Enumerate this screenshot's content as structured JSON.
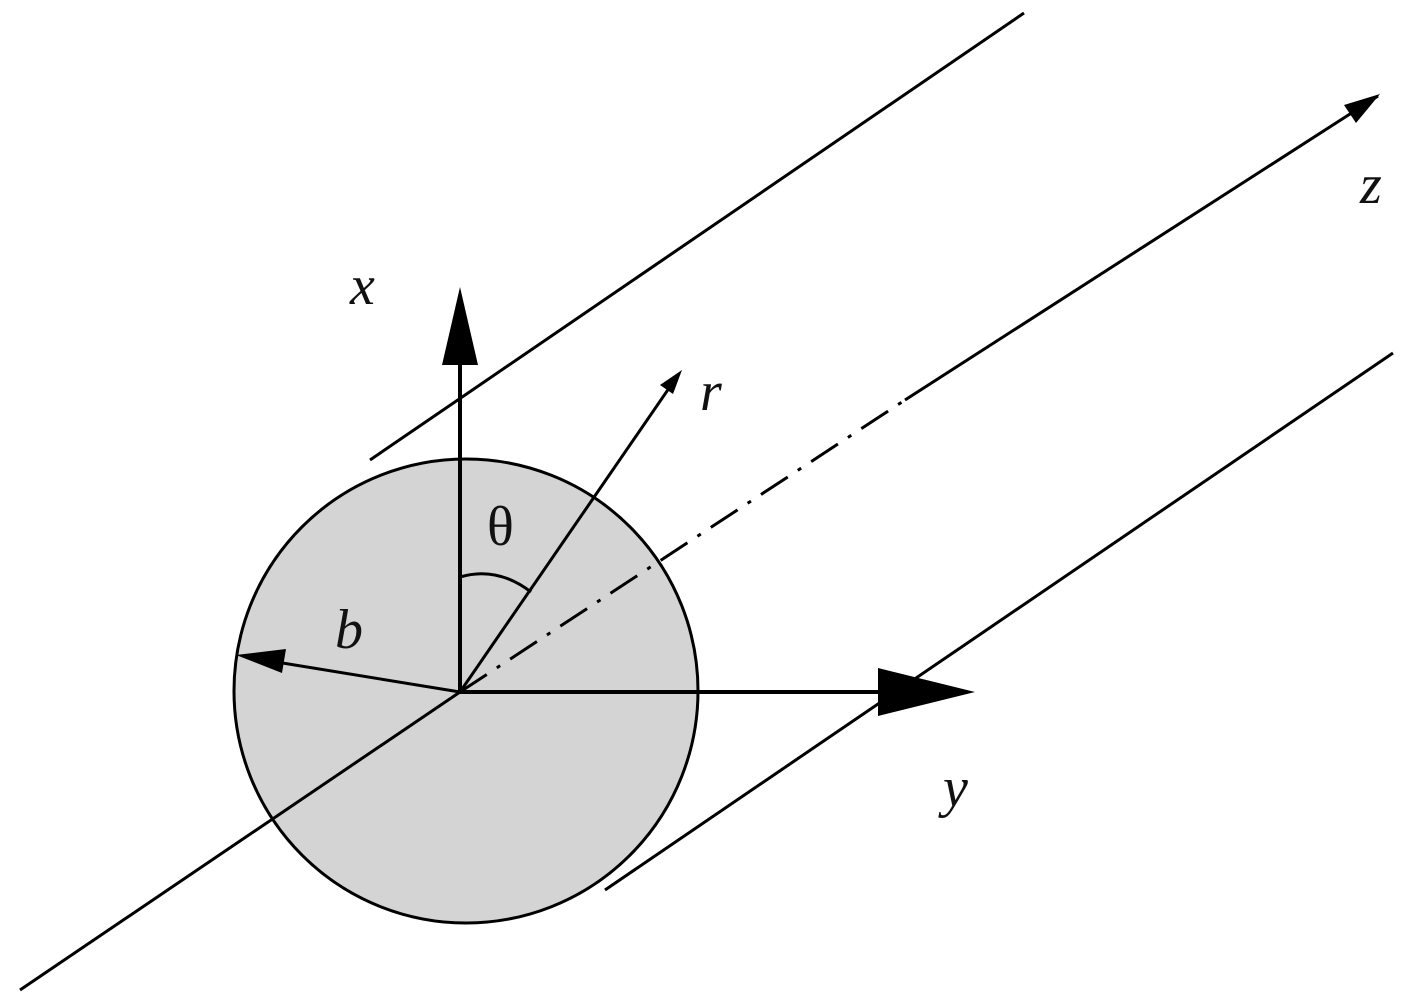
{
  "labels": {
    "x": "x",
    "y": "y",
    "z": "z",
    "r": "r",
    "theta": "θ",
    "b": "b"
  },
  "colors": {
    "stroke": "#000000",
    "disk_fill": "#d4d4d4",
    "background": "#ffffff"
  }
}
